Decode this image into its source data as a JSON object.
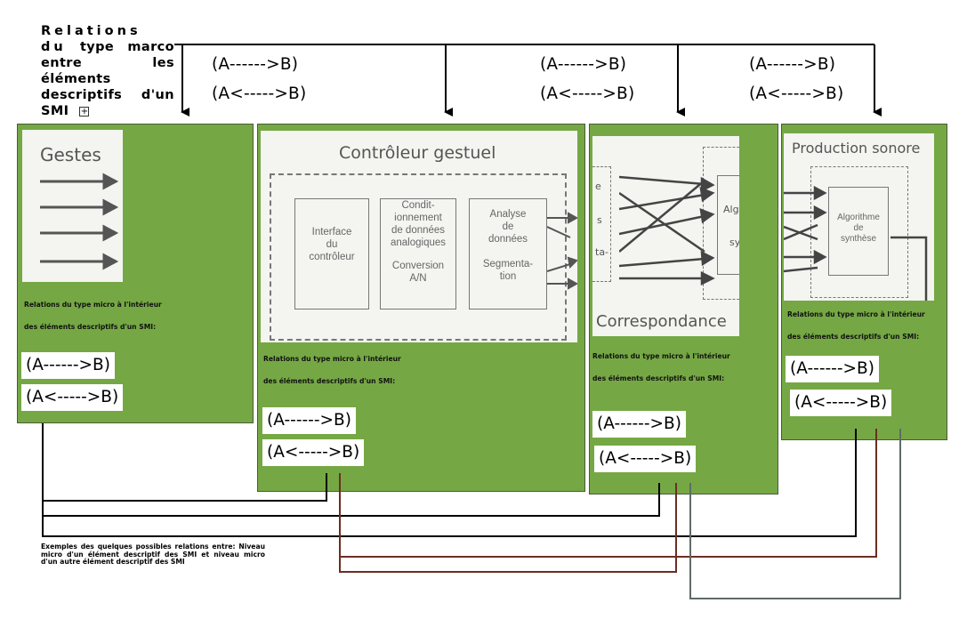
{
  "title": {
    "first_line": "Relations du",
    "rest": "type marco entre les éléments descriptifs d'un SMI",
    "expand_icon": "plus-box-icon"
  },
  "top_relations": [
    {
      "forward": "(A------>B)",
      "both": "(A<----->B)"
    },
    {
      "forward": "(A------>B)",
      "both": "(A<----->B)"
    },
    {
      "forward": "(A------>B)",
      "both": "(A<----->B)"
    }
  ],
  "panels": {
    "gestes": {
      "image_title": "Gestes",
      "caption_line1": "Relations du type micro à l'intérieur",
      "caption_line2": "des éléments descriptifs d'un SMI:",
      "forward": "(A------>B)",
      "both": "(A<----->B)"
    },
    "controleur": {
      "image_title": "Contrôleur gestuel",
      "box1": "Interface\ndu\ncontrôleur",
      "box2a": "Condit-\nionnement\nde données\nanalogiques",
      "box2b": "Conversion\nA/N",
      "box3a": "Analyse\nde\ndonnées",
      "box3b": "Segmenta-\ntion",
      "caption_line1": "Relations du type micro à l'intérieur",
      "caption_line2": "des éléments descriptifs d'un SMI:",
      "forward": "(A------>B)",
      "both": "(A<----->B)"
    },
    "correspondance": {
      "image_title": "Correspondance",
      "left_frag1": "e",
      "left_frag2": "s",
      "left_frag3": "ta-",
      "right_frag1": "Alg",
      "right_frag2": "sy",
      "caption_line1": "Relations du type micro à l'intérieur",
      "caption_line2": "des éléments descriptifs d'un SMI:",
      "forward": "(A------>B)",
      "both": "(A<----->B)"
    },
    "production": {
      "image_title": "Production sonore",
      "box": "Algorithme\nde\nsynthèse",
      "caption_line1": "Relations du type micro à l'intérieur",
      "caption_line2": "des éléments descriptifs d'un SMI:",
      "forward": "(A------>B)",
      "both": "(A<----->B)"
    }
  },
  "footer": "Exemples des quelques possibles relations entre: Niveau micro d'un élément descriptif des SMI et niveau micro d'un autre élément descriptif des SMI",
  "colors": {
    "panel_green": "#75a844",
    "line_black": "#000000",
    "line_brown": "#6b2e22",
    "line_gray": "#5f6b66"
  }
}
